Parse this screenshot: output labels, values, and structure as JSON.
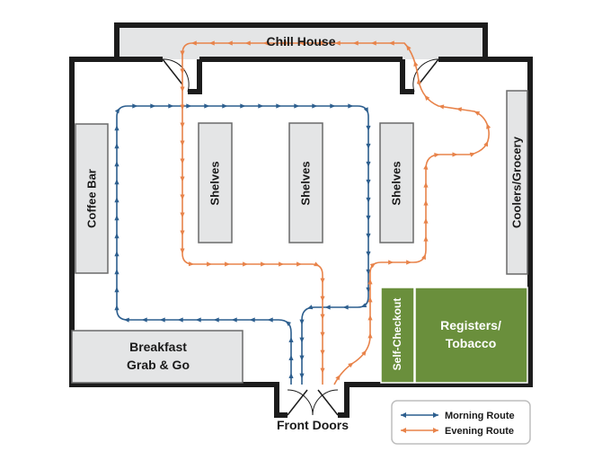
{
  "areas": {
    "chill_house": "Chill House",
    "coffee_bar": "Coffee Bar",
    "shelves_1": "Shelves",
    "shelves_2": "Shelves",
    "shelves_3": "Shelves",
    "coolers": "Coolers/Grocery",
    "breakfast_line1": "Breakfast",
    "breakfast_line2": "Grab & Go",
    "self_checkout": "Self-Checkout",
    "registers_line1": "Registers/",
    "registers_line2": "Tobacco",
    "front_doors": "Front Doors"
  },
  "legend": {
    "morning": "Morning Route",
    "evening": "Evening Route"
  },
  "colors": {
    "wall": "#1c1c1c",
    "fixture_fill": "#e4e5e6",
    "fixture_stroke": "#6a6a6a",
    "checkout_green": "#6a8f3c",
    "morning_route": "#2c5e8e",
    "evening_route": "#e8834a"
  }
}
